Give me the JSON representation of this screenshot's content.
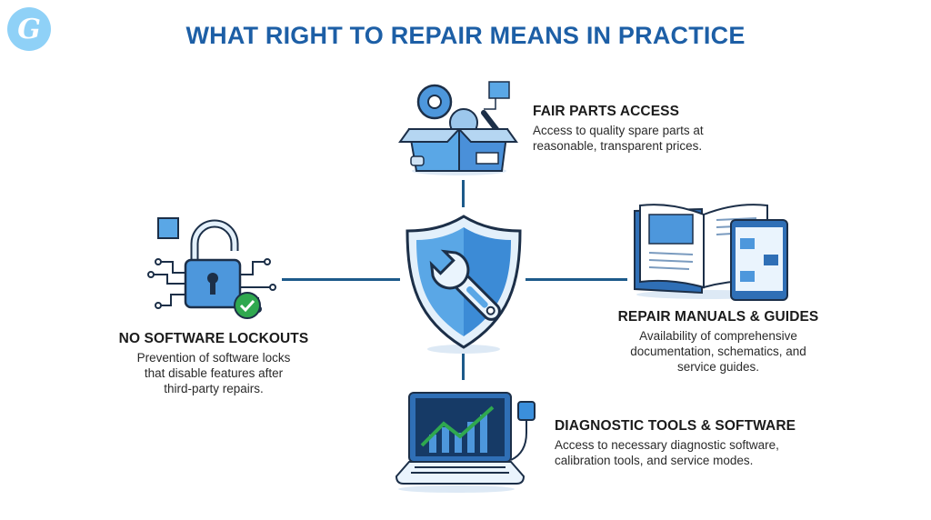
{
  "logo": {
    "glyph": "G",
    "color": "#8fd1f7"
  },
  "title": "WHAT RIGHT TO REPAIR MEANS IN PRACTICE",
  "colors": {
    "title": "#1d5fa6",
    "accent": "#3b8fdc",
    "line": "#1d5a8a",
    "check": "#2fa84f"
  },
  "center": {
    "icon": "shield-wrench-icon"
  },
  "items": [
    {
      "id": "parts",
      "icon": "parts-box-icon",
      "heading": "FAIR PARTS ACCESS",
      "lines": [
        "Access to quality spare parts at",
        "reasonable, transparent prices."
      ]
    },
    {
      "id": "lockouts",
      "icon": "unlocked-padlock-icon",
      "heading": "NO SOFTWARE LOCKOUTS",
      "lines": [
        "Prevention of software locks",
        "that disable features after",
        "third-party repairs."
      ]
    },
    {
      "id": "manuals",
      "icon": "manual-tablet-icon",
      "heading": "REPAIR MANUALS & GUIDES",
      "lines": [
        "Availability of comprehensive",
        "documentation, schematics, and",
        "service guides."
      ]
    },
    {
      "id": "diagnostics",
      "icon": "laptop-diagnostics-icon",
      "heading": "DIAGNOSTIC TOOLS & SOFTWARE",
      "lines": [
        "Access to necessary diagnostic software,",
        "calibration tools, and service modes."
      ]
    }
  ]
}
